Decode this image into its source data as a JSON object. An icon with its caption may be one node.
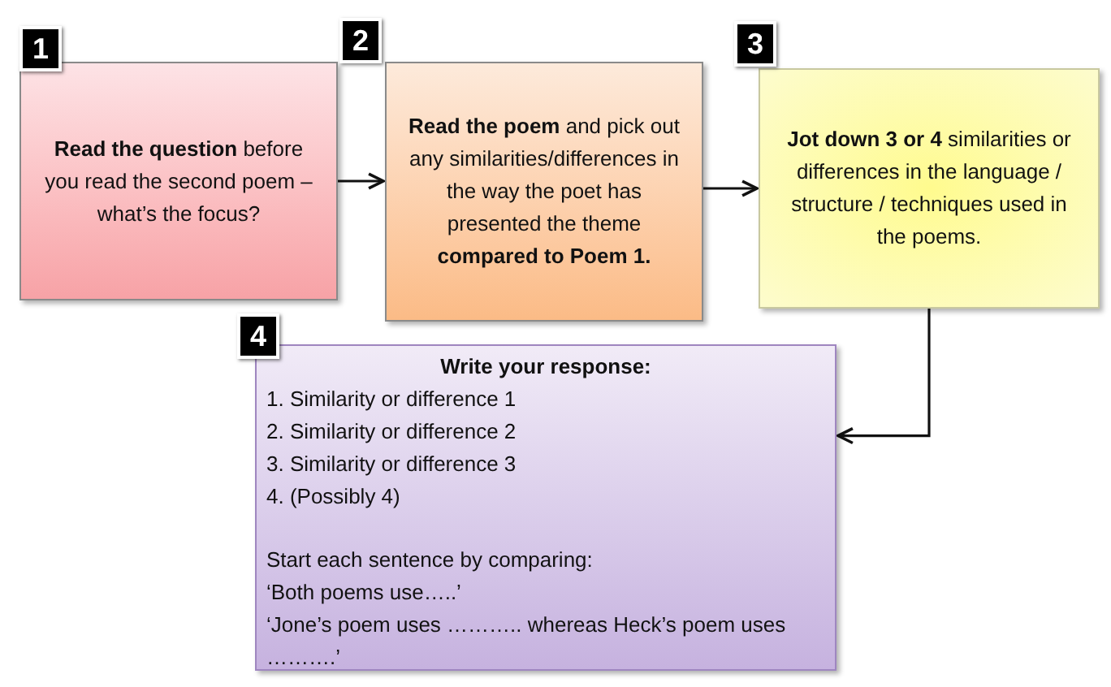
{
  "diagram": {
    "nodes": [
      {
        "text": [
          "**Read the question** before you read the second poem – what’s the focus?"
        ],
        "beside": [
          "1"
        ]
      },
      {
        "text": [
          "**Read the poem** and pick out any similarities/differences in the way the poet has presented the theme **compared to Poem 1.**"
        ],
        "beside": [
          "2"
        ]
      },
      {
        "text": [
          "**Jot down 3 or 4** similarities or differences in the language / structure / techniques used in the poems."
        ],
        "beside": [
          "3"
        ]
      },
      {
        "text": [
          "Write your response:",
          "1. Similarity or difference 1",
          "2. Similarity or difference 2",
          "3. Similarity or difference 3",
          "4. (Possibly 4)",
          "Start each sentence by comparing:",
          "‘Both poems use…..’",
          "‘Jone’s poem uses ……….. whereas Heck’s poem uses ……….’"
        ],
        "beside": [
          "4"
        ]
      }
    ],
    "edges": [
      {
        "from": 0,
        "to": 1,
        "arrow": "to"
      },
      {
        "from": 1,
        "to": 2,
        "arrow": "to"
      },
      {
        "from": 2,
        "to": 3,
        "arrow": "to"
      }
    ]
  }
}
